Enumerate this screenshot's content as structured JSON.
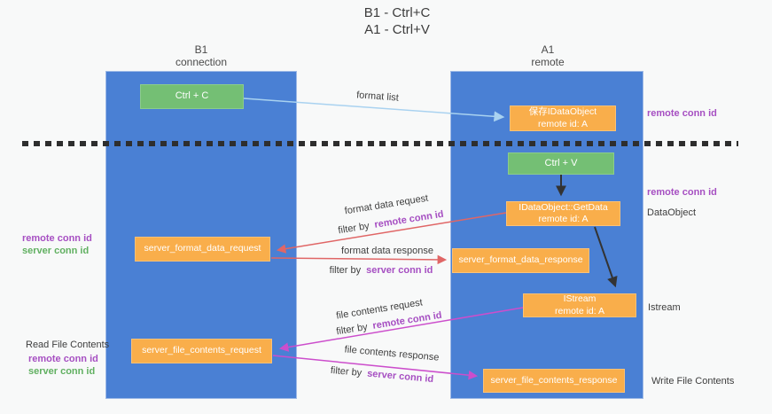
{
  "title": {
    "line1": "B1 - Ctrl+C",
    "line2": "A1 - Ctrl+V"
  },
  "lanes": {
    "left": {
      "title": "B1",
      "subtitle": "connection"
    },
    "right": {
      "title": "A1",
      "subtitle": "remote"
    }
  },
  "nodes": {
    "ctrl_c": {
      "label": "Ctrl + C"
    },
    "ctrl_v": {
      "label": "Ctrl + V"
    },
    "save_idataobject": {
      "line1": "保存IDataObject",
      "line2": "remote id: A"
    },
    "idataobject_getdata": {
      "line1": "IDataObject::GetData",
      "line2": "remote id: A"
    },
    "istream": {
      "line1": "IStream",
      "line2": "remote id: A"
    },
    "server_format_data_request": {
      "label": "server_format_data_request"
    },
    "server_format_data_response": {
      "label": "server_format_data_response"
    },
    "server_file_contents_request": {
      "label": "server_file_contents_request"
    },
    "server_file_contents_response": {
      "label": "server_file_contents_response"
    }
  },
  "edge_labels": {
    "format_list": "format list",
    "format_data_request": "format data request",
    "format_data_response": "format data response",
    "file_contents_request": "file contents request",
    "file_contents_response": "file contents response",
    "filter_by": "filter by",
    "remote_conn_id": "remote conn id",
    "server_conn_id": "server conn id"
  },
  "margin_labels": {
    "left_remote_conn_id": "remote conn id",
    "left_server_conn_id": "server conn id",
    "read_file_contents": "Read File Contents",
    "left_remote_conn_id_2": "remote conn id",
    "left_server_conn_id_2": "server conn id",
    "right_remote_conn_id_top": "remote conn id",
    "right_remote_conn_id_mid": "remote conn id",
    "dataobject": "DataObject",
    "istream": "Istream",
    "write_file_contents": "Write File Contents"
  },
  "colors": {
    "lane_blue": "#4a80d4",
    "node_green": "#74bf74",
    "node_orange": "#f9ae4b",
    "arrow_light_blue": "#a9d2f0",
    "arrow_red": "#e06666",
    "arrow_magenta": "#cc4ecc",
    "arrow_black": "#333333",
    "label_purple": "#a64fc2",
    "label_green": "#61b061",
    "dashed_line": "#2e2e2e"
  }
}
